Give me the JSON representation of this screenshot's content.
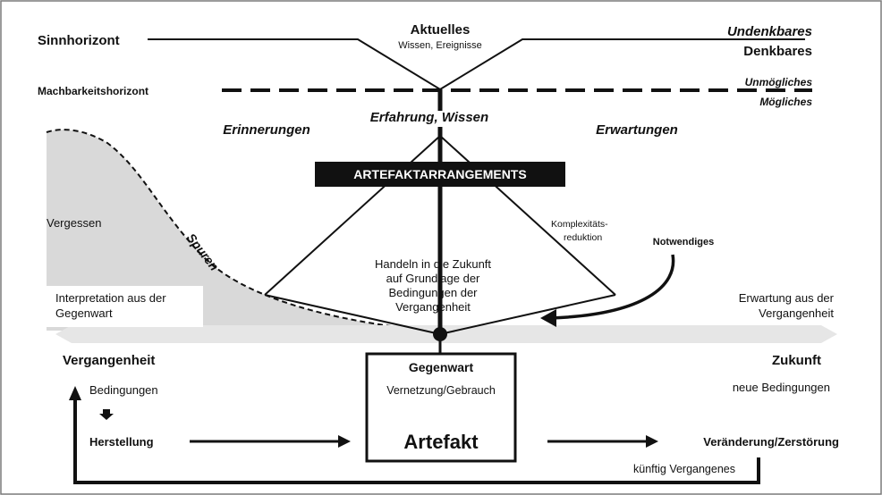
{
  "labels": {
    "sinnhorizont": "Sinnhorizont",
    "aktuelles": "Aktuelles",
    "wissen_ereignisse": "Wissen, Ereignisse",
    "undenkbares": "Undenkbares",
    "denkbares": "Denkbares",
    "machbarkeitshorizont": "Machbarkeitshorizont",
    "unmoegliches": "Unmögliches",
    "moegliches": "Mögliches",
    "erfahrung_wissen": "Erfahrung, Wissen",
    "erinnerungen": "Erinnerungen",
    "erwartungen": "Erwartungen",
    "artefaktarrangements": "ARTEFAKTARRANGEMENTS",
    "vergessen": "Vergessen",
    "spuren": "Spuren",
    "komplexitaet_1": "Komplexitäts-",
    "komplexitaet_2": "reduktion",
    "notwendiges": "Notwendiges",
    "handeln_1": "Handeln in die Zukunft",
    "handeln_2": "auf Grundlage der",
    "handeln_3": "Bedingungen der",
    "handeln_4": "Vergangenheit",
    "interpretation_1": "Interpretation aus der",
    "interpretation_2": "Gegenwart",
    "erwartung_aus_1": "Erwartung aus der",
    "erwartung_aus_2": "Vergangenheit",
    "vergangenheit": "Vergangenheit",
    "zukunft": "Zukunft",
    "gegenwart": "Gegenwart",
    "vernetzung": "Vernetzung/Gebrauch",
    "artefakt": "Artefakt",
    "bedingungen": "Bedingungen",
    "neue_bedingungen": "neue Bedingungen",
    "herstellung": "Herstellung",
    "veraenderung": "Veränderung/Zerstörung",
    "kuenftig": "künftig Vergangenes"
  },
  "colors": {
    "ink": "#111111",
    "shade": "#d9d9d9",
    "timeline": "#e6e6e6",
    "frame": "#7a7a7a"
  }
}
